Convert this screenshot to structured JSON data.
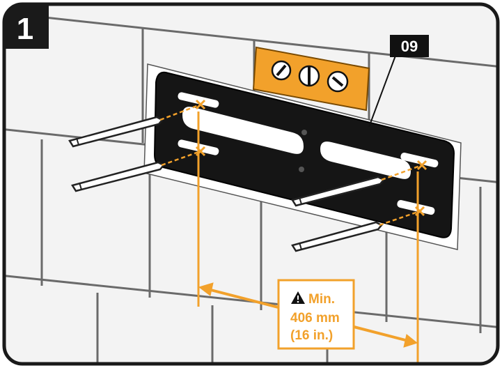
{
  "step": {
    "number": "1"
  },
  "part_label": "09",
  "spacing_note": {
    "line1": "Min.",
    "line2": "406 mm",
    "line3": "(16 in.)"
  },
  "colors": {
    "accent": "#f2a12b",
    "frame": "#1a1a1a",
    "bracket": "#151515",
    "tile_fill": "#f3f3f3",
    "grout": "#6a6a6a"
  },
  "icons": {
    "warning": "warning-triangle-icon",
    "level": "spirit-level-icon",
    "bracket": "wall-bracket-icon",
    "screw": "screw-icon"
  }
}
